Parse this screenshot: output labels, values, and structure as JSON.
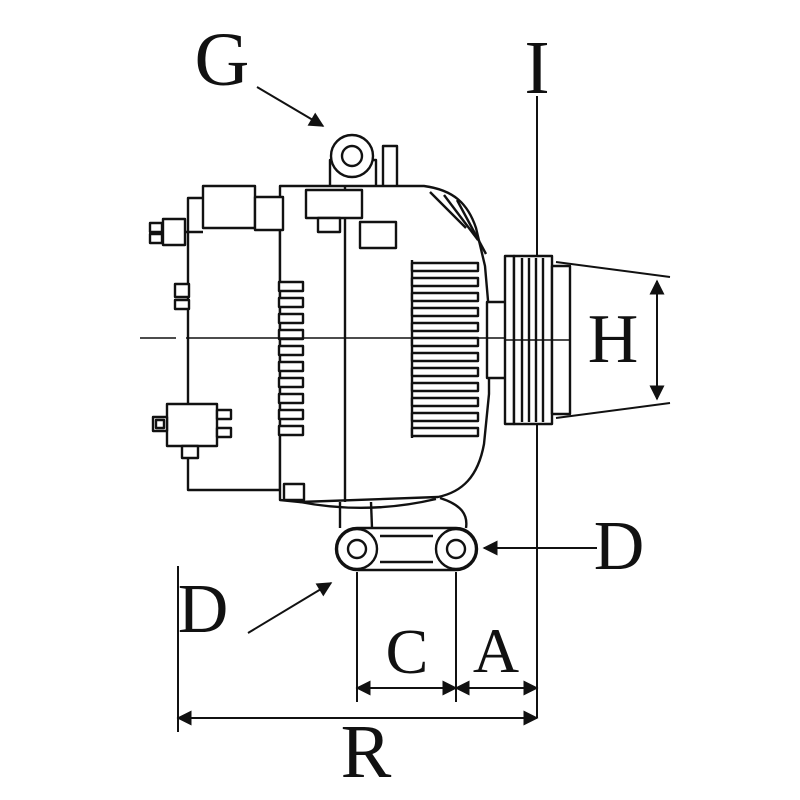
{
  "colors": {
    "line": "#111111",
    "background": "#ffffff"
  },
  "diagram": {
    "type": "technical-dimension-drawing",
    "subject": "alternator side view with dimension callouts",
    "labels": {
      "g": "G",
      "i": "I",
      "h": "H",
      "d_right": "D",
      "d_left": "D",
      "c": "C",
      "a": "A",
      "r": "R"
    }
  }
}
